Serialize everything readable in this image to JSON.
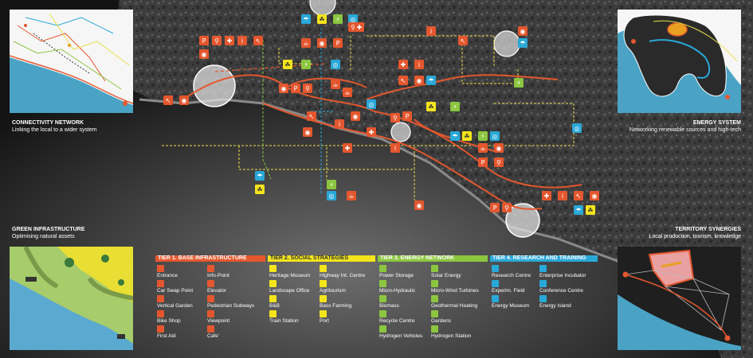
{
  "colors": {
    "tier1": "#e4572e",
    "tier2": "#f4e41c",
    "tier3": "#8cc63f",
    "tier4": "#29a8d8",
    "route_red": "#e4572e",
    "route_yellow": "#e9e04a",
    "route_blue": "#29a8d8"
  },
  "panels": {
    "connectivity": {
      "title": "CONNECTIVITY NETWORK",
      "subtitle": "Linking the local to a wider system"
    },
    "energy": {
      "title": "ENERGY SYSTEM",
      "subtitle": "Networking  renewable sources and high-tech"
    },
    "green": {
      "title": "GREEN INFRASTRUCTURE",
      "subtitle": "Optimising natural assets"
    },
    "territory": {
      "title": "TERRITORY SYNERGIES",
      "subtitle": "Local production, tourism, knowledge"
    }
  },
  "legend": {
    "tiers": [
      {
        "label": "TIER 1. BASE INFRASTRUCTURE"
      },
      {
        "label": "TIER 2. SOCIAL STRATEGIES"
      },
      {
        "label": "TIER 3. ENERGY NETWORK"
      },
      {
        "label": "TIER 4. RESEARCH AND TRAINING"
      }
    ],
    "tier1_col1": [
      "Entrance",
      "Car Swap Point",
      "Vertical Garden",
      "Bike Shop",
      "First Aid"
    ],
    "tier1_col2": [
      "Info-Point",
      "Elevator",
      "Pedestrian Subways",
      "Viewpoint",
      "Cafe'"
    ],
    "tier2_col1": [
      "Heritage Museum",
      "Landscape Office",
      "B&B",
      "Train Station"
    ],
    "tier2_col2": [
      "Highway Int. Centre",
      "Agritourism",
      "Bass Farming",
      "Port"
    ],
    "tier3_col1": [
      "Power Storage",
      "Micro-Hydraulic",
      "Biomass",
      "Recycle Centre",
      "Hydrogen Vehicles"
    ],
    "tier3_col2": [
      "Solar Energy",
      "Micro-Wind Turbines",
      "Geothermal Heating",
      "Gardens",
      "Hydrogen Station"
    ],
    "tier4_col1": [
      "Research Centre",
      "Experim. Field",
      "Energy Museum"
    ],
    "tier4_col2": [
      "Enterprise Incubator",
      "Conference Centre",
      "Energy Island"
    ]
  },
  "map_icons": [
    {
      "color": "tier1",
      "glyph": "P"
    },
    {
      "color": "tier1",
      "glyph": "⚲"
    },
    {
      "color": "tier1",
      "glyph": "✚"
    },
    {
      "color": "tier1",
      "glyph": "i"
    },
    {
      "color": "tier1",
      "glyph": "↖"
    },
    {
      "color": "tier1",
      "glyph": "◉"
    },
    {
      "color": "tier4",
      "glyph": "☂"
    },
    {
      "color": "tier2",
      "glyph": "☘"
    },
    {
      "color": "tier3",
      "glyph": "⚡"
    },
    {
      "color": "tier4",
      "glyph": "◎"
    },
    {
      "color": "tier1",
      "glyph": "☕"
    },
    {
      "color": "tier1",
      "glyph": "◉"
    }
  ]
}
